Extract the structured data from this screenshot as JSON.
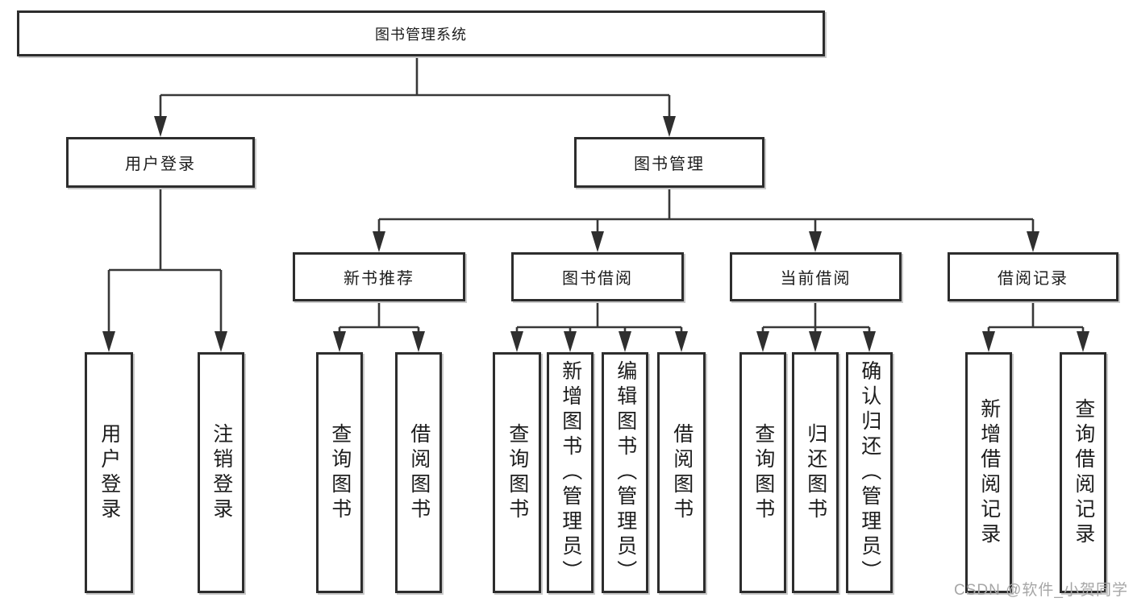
{
  "tree": {
    "label": "图书管理系统",
    "children": [
      {
        "label": "用户登录",
        "children": [
          {
            "label": "用户登录"
          },
          {
            "label": "注销登录"
          }
        ]
      },
      {
        "label": "图书管理",
        "children": [
          {
            "label": "新书推荐",
            "children": [
              {
                "label": "查询图书"
              },
              {
                "label": "借阅图书"
              }
            ]
          },
          {
            "label": "图书借阅",
            "children": [
              {
                "label": "查询图书"
              },
              {
                "label": "新增图书（管理员）"
              },
              {
                "label": "编辑图书（管理员）"
              },
              {
                "label": "借阅图书"
              }
            ]
          },
          {
            "label": "当前借阅",
            "children": [
              {
                "label": "查询图书"
              },
              {
                "label": "归还图书"
              },
              {
                "label": "确认归还（管理员）"
              }
            ]
          },
          {
            "label": "借阅记录",
            "children": [
              {
                "label": "新增借阅记录"
              },
              {
                "label": "查询借阅记录"
              }
            ]
          }
        ]
      }
    ]
  },
  "watermark": "CSDN @软件_小贺同学",
  "colors": {
    "line": "#383838",
    "box_border": "#2d2d2d",
    "box_fill": "#ffffff",
    "text": "#1c1c1c",
    "watermark": "#a6a6a6"
  }
}
